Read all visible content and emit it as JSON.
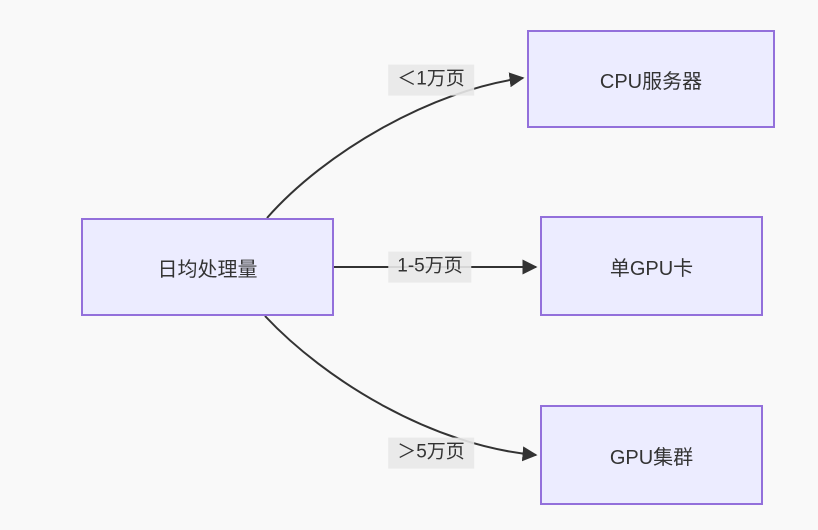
{
  "diagram": {
    "root": {
      "label": "日均处理量"
    },
    "branches": [
      {
        "condition": "＜1万页",
        "target": "CPU服务器"
      },
      {
        "condition": "1-5万页",
        "target": "单GPU卡"
      },
      {
        "condition": "＞5万页",
        "target": "GPU集群"
      }
    ],
    "colors": {
      "node_fill": "#ECECFF",
      "node_border": "#9370DB",
      "edge_stroke": "#333333",
      "edge_label_bg": "#E8E8E8",
      "text": "#333333",
      "background": "#F9F9F9"
    }
  }
}
